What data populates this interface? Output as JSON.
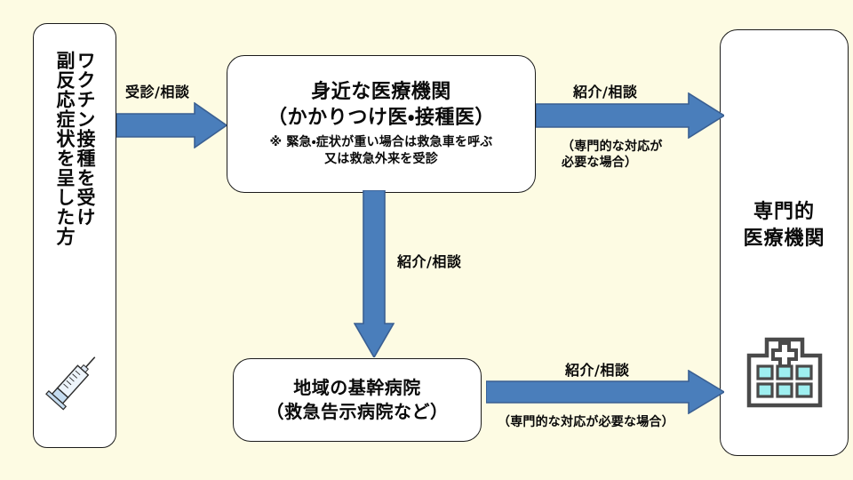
{
  "page": {
    "background_color": "#FDFBE3",
    "arrow_color": "#4A7EBB",
    "arrow_edge_color": "#3A5F92",
    "box_border_color": "#1B1B1B",
    "box_fill_color": "#FFFFFF",
    "hospital_window_color": "#9EEFF0",
    "hospital_outline_color": "#4A4A4A"
  },
  "nodes": {
    "patient": {
      "column_right": "ワクチン接種を受け",
      "column_left": "副反応症状を呈した方",
      "icon": "syringe-icon"
    },
    "local_clinic": {
      "line1": "身近な医療機関",
      "line2": "（かかりつけ医・接種医）",
      "note_line1": "※ 緊急・症状が重い場合は救急車を呼ぶ",
      "note_line2": "又は救急外来を受診"
    },
    "core_hospital": {
      "line1": "地域の基幹病院",
      "line2": "（救急告示病院など）"
    },
    "specialist": {
      "line1": "専門的",
      "line2": "医療機関",
      "icon": "hospital-building-icon"
    }
  },
  "arrows": {
    "consult": {
      "label": "受診/相談",
      "direction": "right"
    },
    "refer_top": {
      "label": "紹介/相談",
      "note_line1": "（専門的な対応が",
      "note_line2": "必要な場合）",
      "direction": "right"
    },
    "refer_down": {
      "label": "紹介/相談",
      "direction": "down"
    },
    "refer_bottom": {
      "label": "紹介/相談",
      "note": "（専門的な対応が必要な場合）",
      "direction": "right"
    }
  }
}
